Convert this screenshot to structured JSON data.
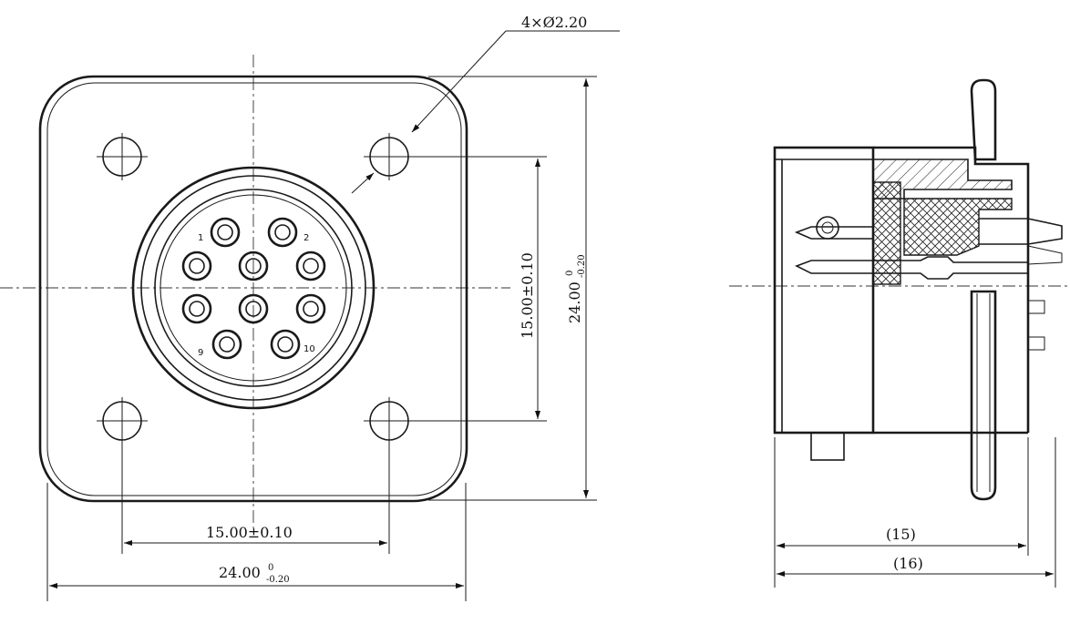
{
  "front_view": {
    "hole_callout": "4×Ø2.20",
    "hole_spacing_vertical": "15.00±0.10",
    "hole_spacing_horizontal": "15.00±0.10",
    "flange_size_vertical": {
      "nominal": "24.00",
      "upper": "0",
      "lower": "-0.20"
    },
    "flange_size_horizontal": {
      "nominal": "24.00",
      "upper": "0",
      "lower": "-0.20"
    },
    "pin_labels": [
      "1",
      "2",
      "9",
      "10"
    ]
  },
  "side_view": {
    "dim_inner": "(15)",
    "dim_outer": "(16)"
  }
}
